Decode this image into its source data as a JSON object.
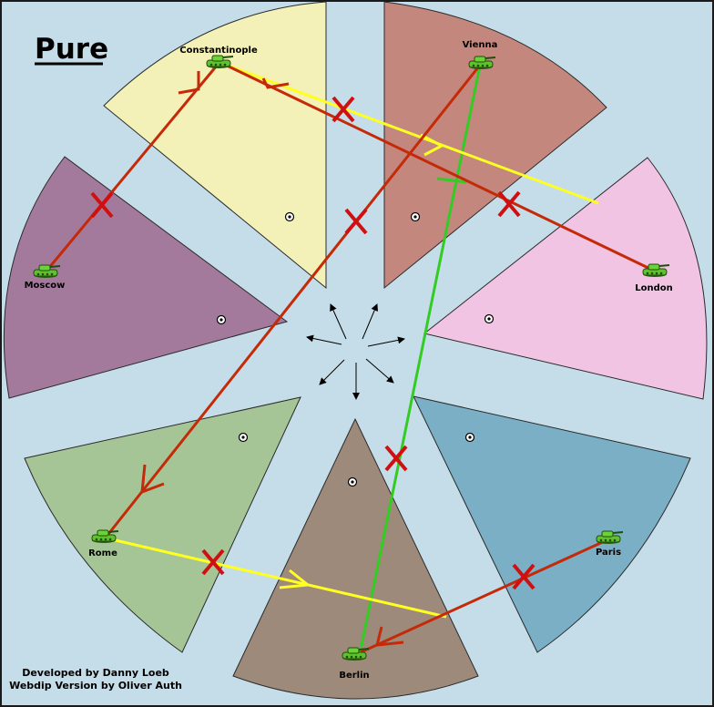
{
  "title": "Pure",
  "credits": {
    "line1": "Developed by Danny Loeb",
    "line2": "Webdip Version by Oliver Auth"
  },
  "colors": {
    "background": "#c5dde8",
    "border": "#1a1a1a",
    "move_arrow": "#c42a08",
    "support": "#ffff22",
    "convoy_or_hold_support": "#33cc22",
    "failed_mark": "#d01010"
  },
  "territories": [
    {
      "name": "Constantinople",
      "fill": "#f3f0b8",
      "unit": "army"
    },
    {
      "name": "Vienna",
      "fill": "#c4877e",
      "unit": "army"
    },
    {
      "name": "London",
      "fill": "#f2c4e4",
      "unit": "army"
    },
    {
      "name": "Paris",
      "fill": "#7aafc6",
      "unit": "army"
    },
    {
      "name": "Berlin",
      "fill": "#9e8a7a",
      "unit": "army"
    },
    {
      "name": "Rome",
      "fill": "#a6c596",
      "unit": "army"
    },
    {
      "name": "Moscow",
      "fill": "#a37a9c",
      "unit": "army"
    }
  ],
  "icons": {
    "unit": "tank-army-icon",
    "supply_center": "supply-center-icon",
    "compass": "compass-arrows-icon",
    "failed": "x-cross-icon"
  }
}
